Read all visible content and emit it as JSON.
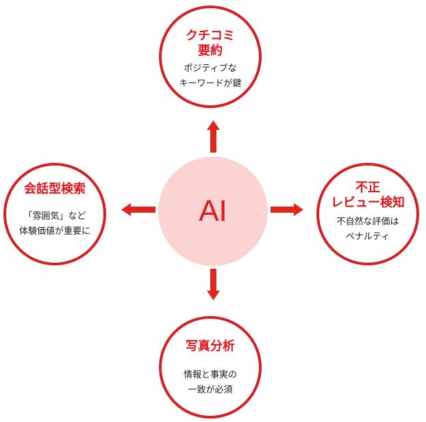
{
  "center": {
    "label": "AI"
  },
  "colors": {
    "accent": "#e0141b",
    "center_fill": "#fbd3d0",
    "border": "#d41f26"
  },
  "nodes": {
    "top": {
      "title": "クチコミ\n要約",
      "desc": "ポジティブな\nキーワードが鍵"
    },
    "left": {
      "title": "会話型検索",
      "desc": "「雰囲気」など\n体験価値が重要に"
    },
    "right": {
      "title": "不正\nレビュー検知",
      "desc": "不自然な評価は\nペナルティ"
    },
    "bottom": {
      "title": "写真分析",
      "desc": "情報と事実の\n一致が必須"
    }
  }
}
